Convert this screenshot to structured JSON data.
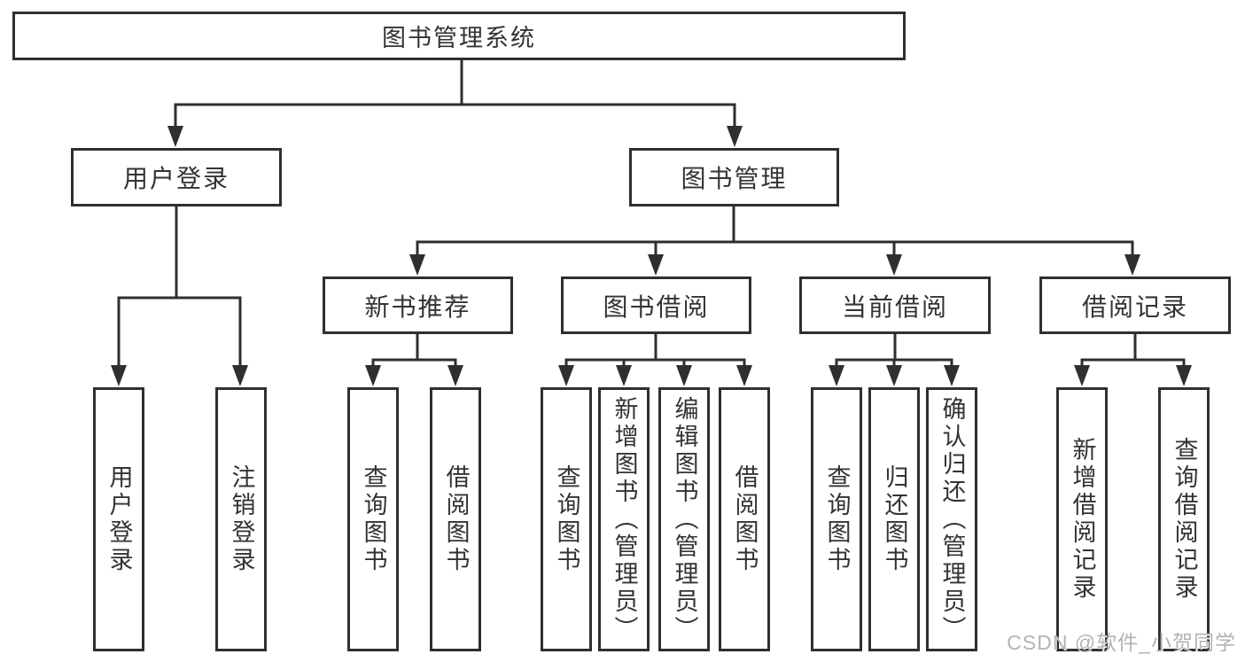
{
  "diagram": {
    "root": {
      "label": "图书管理系统"
    },
    "level2": [
      {
        "label": "用户登录"
      },
      {
        "label": "图书管理"
      }
    ],
    "level3": [
      {
        "label": "新书推荐"
      },
      {
        "label": "图书借阅"
      },
      {
        "label": "当前借阅"
      },
      {
        "label": "借阅记录"
      }
    ],
    "leaves": [
      {
        "label": "用户登录"
      },
      {
        "label": "注销登录"
      },
      {
        "label": "查询图书"
      },
      {
        "label": "借阅图书"
      },
      {
        "label": "查询图书"
      },
      {
        "label": "新增图书（管理员）"
      },
      {
        "label": "编辑图书（管理员）"
      },
      {
        "label": "借阅图书"
      },
      {
        "label": "查询图书"
      },
      {
        "label": "归还图书"
      },
      {
        "label": "确认归还（管理员）"
      },
      {
        "label": "新增借阅记录"
      },
      {
        "label": "查询借阅记录"
      }
    ]
  },
  "watermark": {
    "text": "CSDN @软件_小贺同学"
  },
  "colors": {
    "line": "#2f2f2f",
    "text": "#333333",
    "watermark": "#b3b3b3",
    "background": "#ffffff"
  }
}
